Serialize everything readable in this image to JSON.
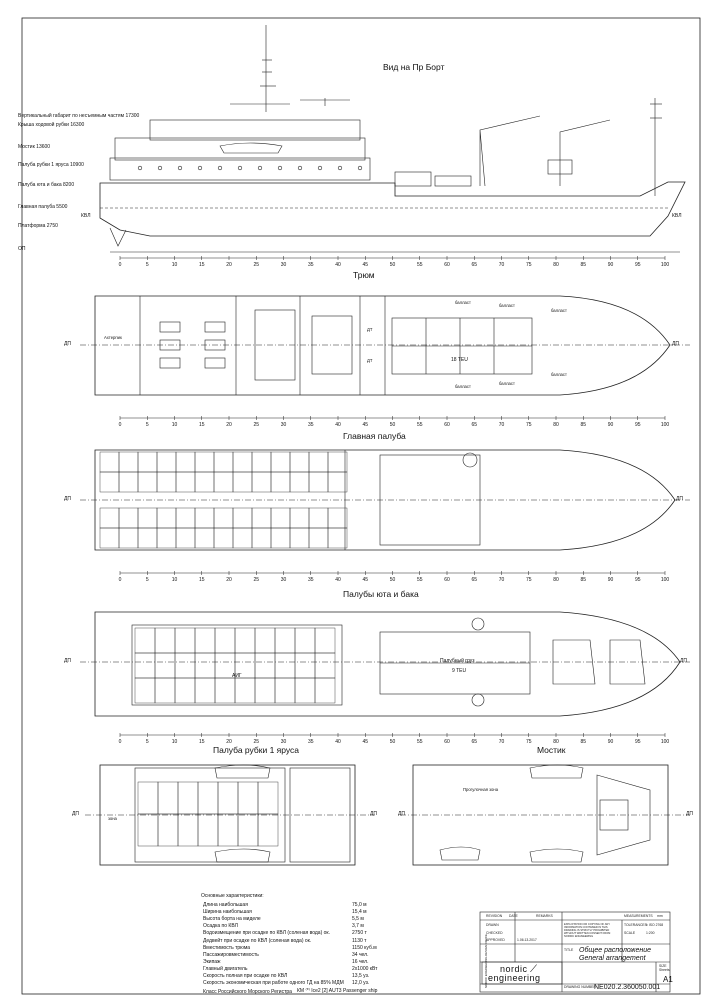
{
  "views": {
    "side": "Вид на Пр Борт",
    "hold": "Трюм",
    "main_deck": "Главная палуба",
    "poop_deck": "Палубы юта и бака",
    "tier1": "Палуба рубки 1 яруса",
    "bridge": "Мостик"
  },
  "levels": [
    "Вертикальный габарит по несъемным частям 17300",
    "Крыша ходовой рубки 16300",
    "Мостик 13600",
    "Палуба рубки 1 яруса 10900",
    "Палуба юта и бака 8200",
    "Главная палуба 5500",
    "Платформа 2750",
    "ОП"
  ],
  "marks": {
    "kvl": "КВЛ",
    "dp": "ДП"
  },
  "frame_ticks": [
    "0",
    "5",
    "10",
    "15",
    "20",
    "25",
    "30",
    "35",
    "40",
    "45",
    "50",
    "55",
    "60",
    "65",
    "70",
    "75",
    "80",
    "85",
    "90",
    "95",
    "100"
  ],
  "hold_labels": {
    "ahterpik": "Ахтерпик",
    "teu18": "18 TEU",
    "ballast": "балласт",
    "dt": "ДТ"
  },
  "poop_labels": {
    "cargo": "Палубный груз",
    "teu9": "9 TEU",
    "aig": "АИГ"
  },
  "tier_labels": {
    "zone": "зона"
  },
  "bridge_labels": {
    "walk_zone": "Прогулочная зона"
  },
  "specs": {
    "heading": "Основные характеристики:",
    "rows": [
      {
        "k": "Длина наибольшая",
        "v": "75,0 м"
      },
      {
        "k": "Ширина наибольшая",
        "v": "15,4 м"
      },
      {
        "k": "Высота борта на миделе",
        "v": "5,5 м"
      },
      {
        "k": "Осадка по КВЛ",
        "v": "3,7 м"
      },
      {
        "k": "Водоизмещение при осадке по КВЛ (соленая вода) ок.",
        "v": "2750 т"
      },
      {
        "k": "Дедвейт при осадке по КВЛ (соленая вода) ок.",
        "v": "1130 т"
      },
      {
        "k": "Вместимость трюма",
        "v": "1150 куб.м"
      },
      {
        "k": "Пассажировместимость",
        "v": "34 чел."
      },
      {
        "k": "Экипаж",
        "v": "16 чел."
      },
      {
        "k": "Главный двигатель",
        "v": "2х1000 кВт"
      },
      {
        "k": "Скорость полная при осадке по КВЛ",
        "v": "13,5 уз."
      },
      {
        "k": "Скорость экономическая при работе одного ГД на 85% МДМ",
        "v": "12,0 уз."
      }
    ],
    "class_label": "Класс Российского Морского Регистра",
    "class_value": "КМ ⁽*⁾ Ice2 [2] AUT3 Passenger ship"
  },
  "title_block": {
    "revision": "REVISION",
    "date": "DATE",
    "remarks": "REMARKS",
    "drawn": "DRAWN",
    "checked": "CHECKED",
    "approved": "APPROVED",
    "date_val": "1.06.13.2017",
    "confidential": "EXPLOITATION OR COPYING OF ANY INFORMATION CONTAINED IN THIS DRAWING IS STRICTLY PROHIBITED WITHOUT WRITTEN CONSENT FROM NORDIC ENGINEERING",
    "measurements": "MEASUREMENTS",
    "mm": "mm",
    "tolerances": "TOLERANCES",
    "tol_val": "± ISO 2768",
    "scale": "SCALE",
    "scale_val": "1:200",
    "title_label": "TITLE",
    "title_ru": "Общее расположение",
    "title_en": "General arrangement",
    "size_label": "SIZE",
    "sheets_label": "Sheets",
    "size_val": "A1",
    "drawing_no_label": "DRAWING NUMBER",
    "drawing_no": "NE020.2.360050.001",
    "company_line1": "nordic",
    "company_line2": "engineering",
    "side_strip": "NORDIC ENGINEERING DESIGN OFFICE"
  }
}
